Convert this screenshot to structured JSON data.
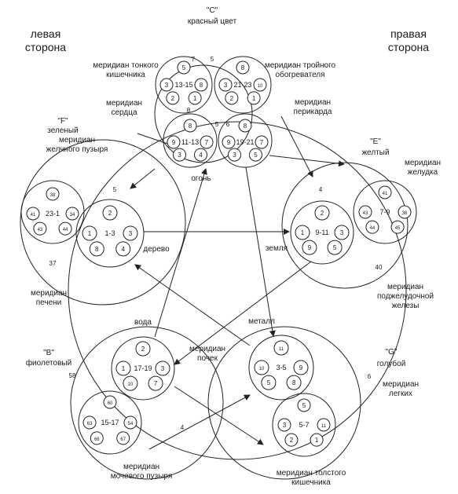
{
  "sides": {
    "left": "левая\nсторона",
    "right": "правая\nсторона"
  },
  "groups": {
    "C": {
      "letter": "\"С\"",
      "color": "красный цвет"
    },
    "F": {
      "letter": "\"F\"",
      "color": "зеленый"
    },
    "E": {
      "letter": "\"E\"",
      "color": "желтый"
    },
    "B": {
      "letter": "\"В\"",
      "color": "фиолетовый"
    },
    "G": {
      "letter": "\"G\"",
      "color": "голубой"
    }
  },
  "elements": {
    "fire": "огонь",
    "wood": "дерево",
    "earth": "земля",
    "water": "вода",
    "metal": "металл"
  },
  "meridians": {
    "small_intestine": "меридиан тонкого\nкишечника",
    "triple_heater": "меридиан тройного\nобогревателя",
    "heart": "меридиан\nсердца",
    "pericardium": "меридиан\nперикарда",
    "gallbladder": "меридиан\nжелчного пузыря",
    "stomach": "меридиан\nжелудка",
    "liver": "меридиан\nпечени",
    "spleen": "меридиан\nподжелудочной\nжелезы",
    "kidney": "меридиан\nпочек",
    "lung": "меридиан\nлегких",
    "bladder": "меридиан\nмочевого пузыря",
    "large_intestine": "меридиан толстого\nкишечника"
  },
  "ranges": {
    "c_tl": "13-15",
    "c_tr": "21-23",
    "c_bl": "11-13",
    "c_br": "19-21",
    "wood": "1-3",
    "f_outer": "23-1",
    "earth": "9-11",
    "e_outer": "7-9",
    "water": "17-19",
    "b_outer": "15-17",
    "metal": "3-5",
    "g_outer": "5-7"
  },
  "extra_numbers": {
    "c_top_7": "7",
    "c_top_5": "5",
    "c_mid_8": "8",
    "c_mid_5": "5",
    "c_mid_6": "6",
    "f_5": "5",
    "f_37": "37",
    "e_4": "4",
    "e_40": "40",
    "b_58": "58",
    "b_4": "4",
    "g_6": "6"
  },
  "points": {
    "c_tl": [
      "5",
      "3",
      "8",
      "2",
      "1"
    ],
    "c_tr": [
      "8",
      "3",
      "10",
      "2",
      "1"
    ],
    "c_bl": [
      "8",
      "9",
      "7",
      "3",
      "4"
    ],
    "c_br": [
      "8",
      "9",
      "7",
      "3",
      "5"
    ],
    "wood": [
      "2",
      "1",
      "3",
      "8",
      "4"
    ],
    "f_outer": [
      "38",
      "41",
      "34",
      "43",
      "44"
    ],
    "earth": [
      "2",
      "1",
      "3",
      "9",
      "5"
    ],
    "e_outer": [
      "41",
      "43",
      "36",
      "44",
      "45"
    ],
    "water": [
      "2",
      "1",
      "3",
      "10",
      "7"
    ],
    "b_outer": [
      "60",
      "63",
      "54",
      "66",
      "67"
    ],
    "metal": [
      "11",
      "10",
      "9",
      "5",
      "8"
    ],
    "g_outer": [
      "5",
      "3",
      "11",
      "2",
      "1"
    ]
  }
}
